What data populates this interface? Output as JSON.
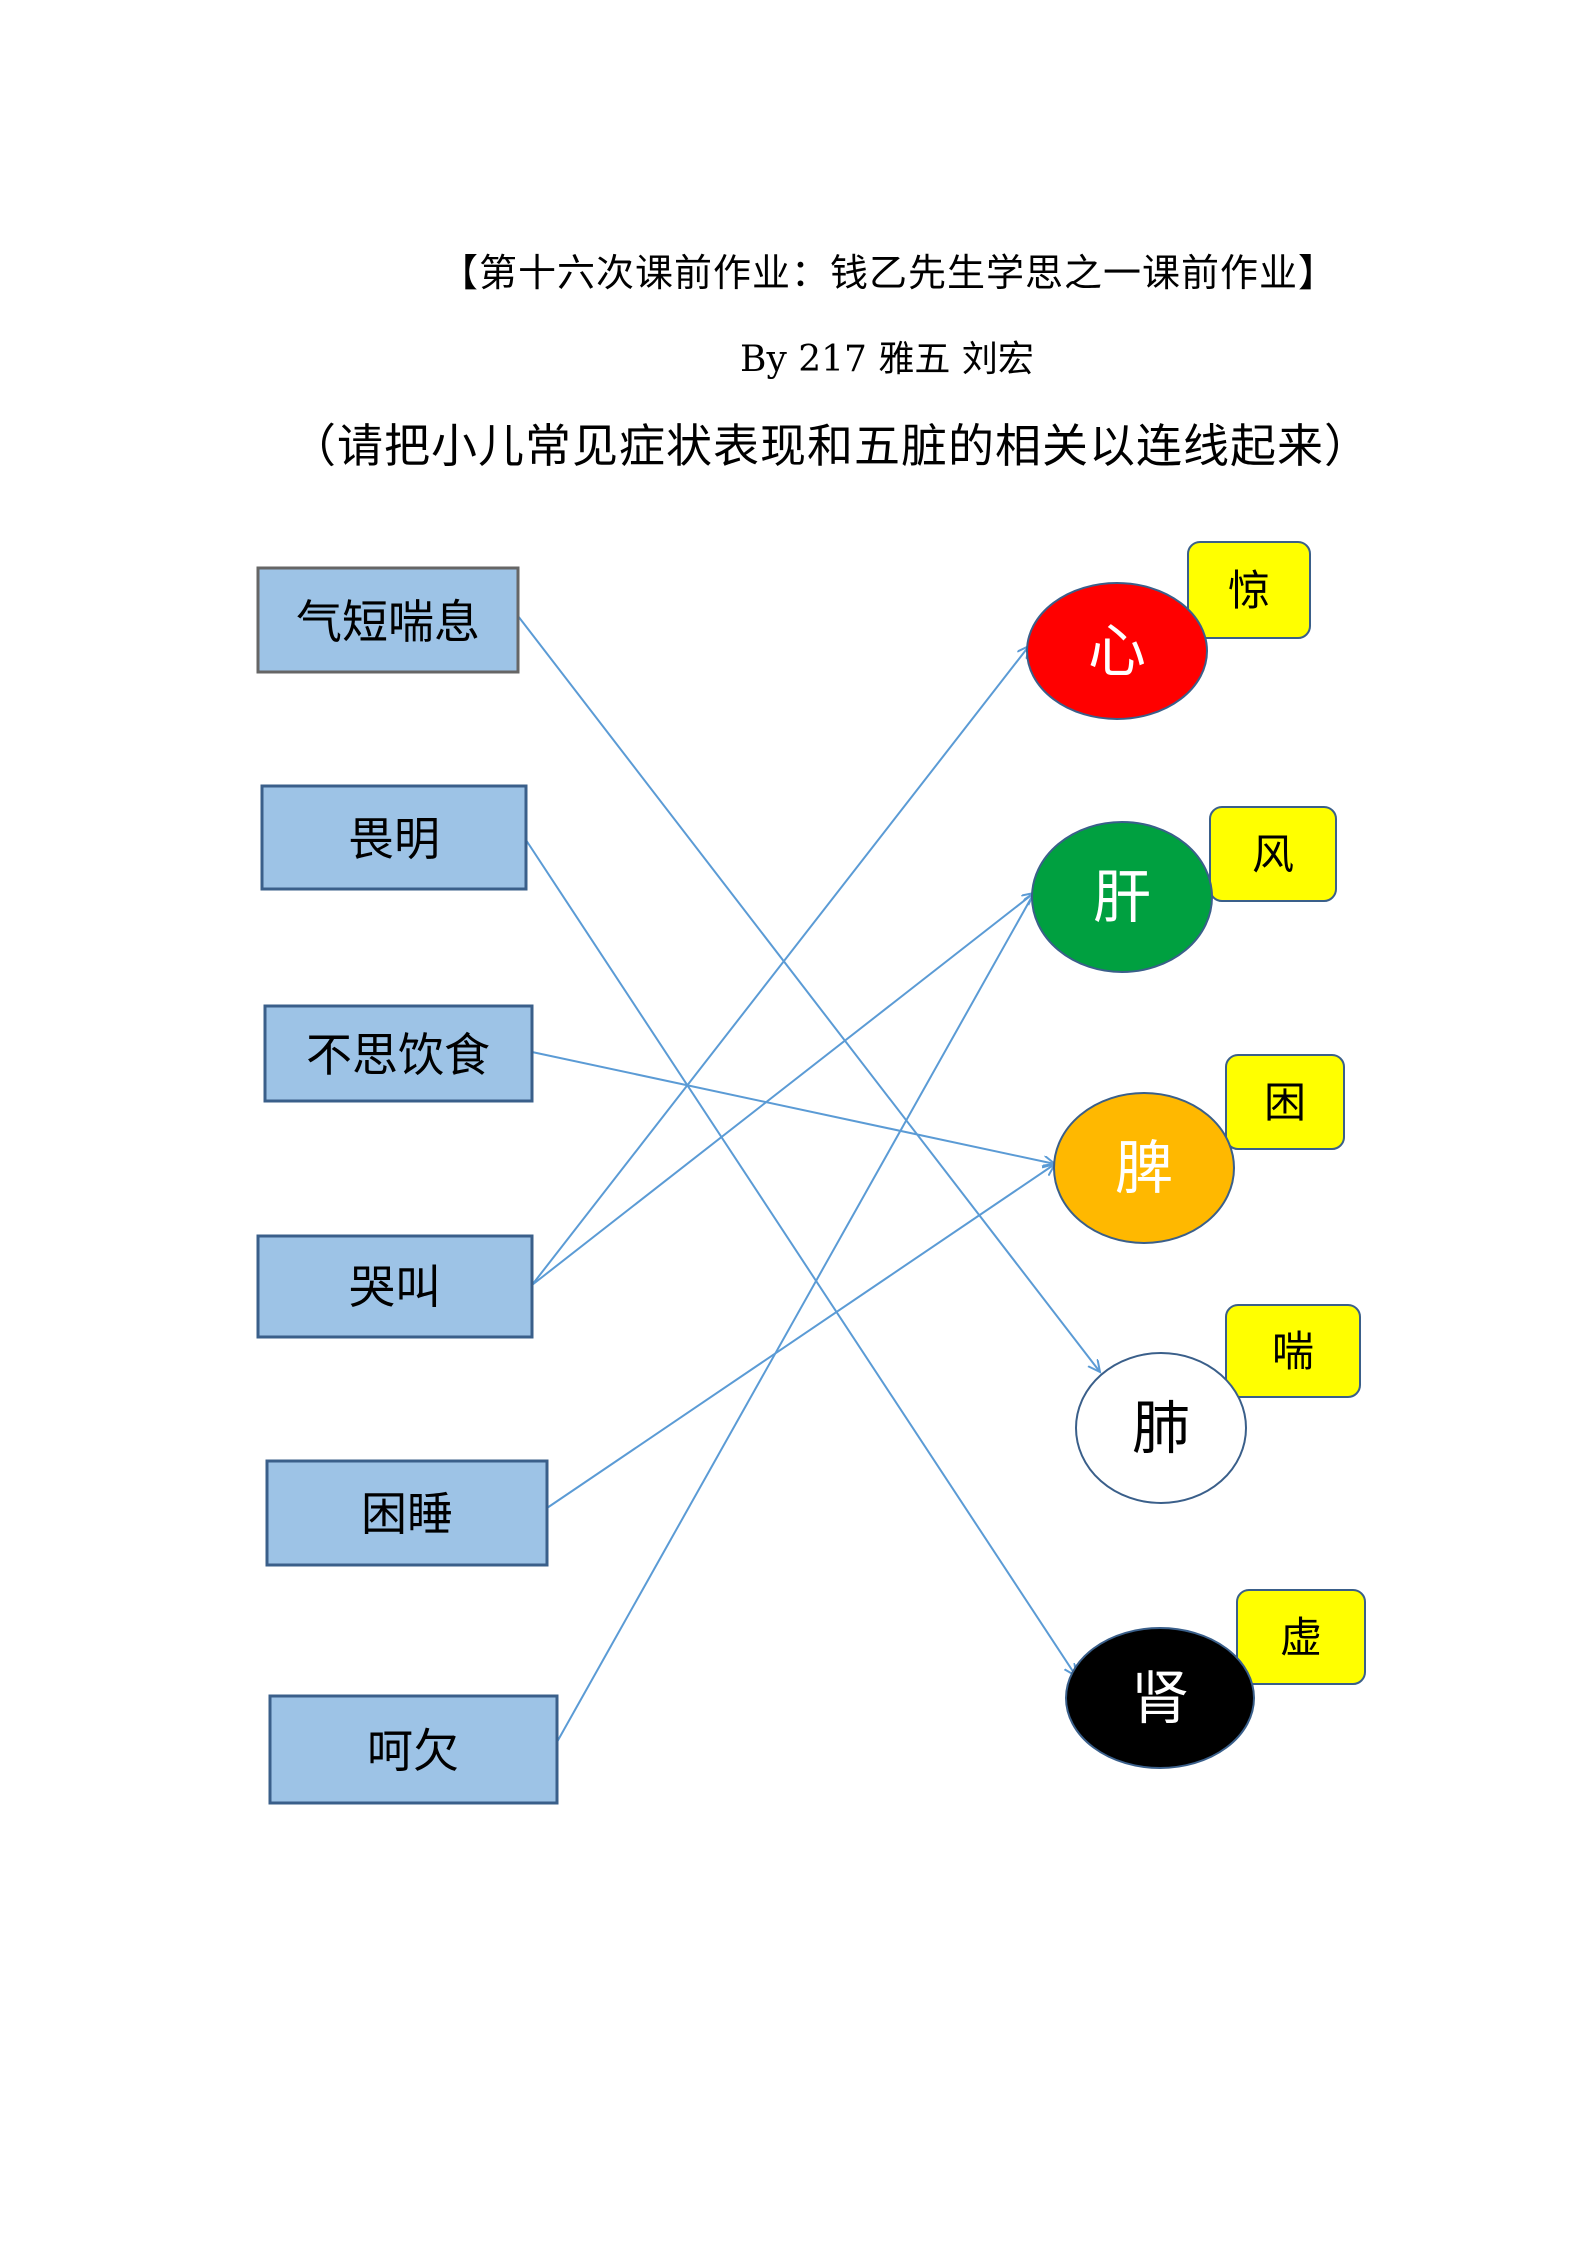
{
  "header": {
    "title": "【第十六次课前作业：钱乙先生学思之一课前作业】",
    "author": "By 217 雅五 刘宏",
    "instruction": "（请把小儿常见症状表现和五脏的相关以连线起来）"
  },
  "symptoms": [
    {
      "id": "s1",
      "label": "气短喘息"
    },
    {
      "id": "s2",
      "label": "畏明"
    },
    {
      "id": "s3",
      "label": "不思饮食"
    },
    {
      "id": "s4",
      "label": "哭叫"
    },
    {
      "id": "s5",
      "label": "困睡"
    },
    {
      "id": "s6",
      "label": "呵欠"
    }
  ],
  "organs": [
    {
      "id": "heart",
      "label": "心",
      "fill": "#FF0000",
      "text_color": "#FFFFFF",
      "tag": "惊"
    },
    {
      "id": "liver",
      "label": "肝",
      "fill": "#00A040",
      "text_color": "#FFFFFF",
      "tag": "风"
    },
    {
      "id": "spleen",
      "label": "脾",
      "fill": "#FFB800",
      "text_color": "#FFFFFF",
      "tag": "困"
    },
    {
      "id": "lung",
      "label": "肺",
      "fill": "#FFFFFF",
      "text_color": "#000000",
      "tag": "喘"
    },
    {
      "id": "kidney",
      "label": "肾",
      "fill": "#000000",
      "text_color": "#FFFFFF",
      "tag": "虚"
    }
  ],
  "connections": [
    {
      "from": "s1",
      "to": "lung"
    },
    {
      "from": "s2",
      "to": "kidney"
    },
    {
      "from": "s3",
      "to": "spleen"
    },
    {
      "from": "s4",
      "to": "heart"
    },
    {
      "from": "s4",
      "to": "liver"
    },
    {
      "from": "s5",
      "to": "spleen"
    },
    {
      "from": "s6",
      "to": "liver"
    }
  ],
  "colors": {
    "box_fill": "#9DC3E6",
    "box_border": "#3A5F8A",
    "tag_fill": "#FFFF00",
    "line": "#5B9BD5"
  }
}
